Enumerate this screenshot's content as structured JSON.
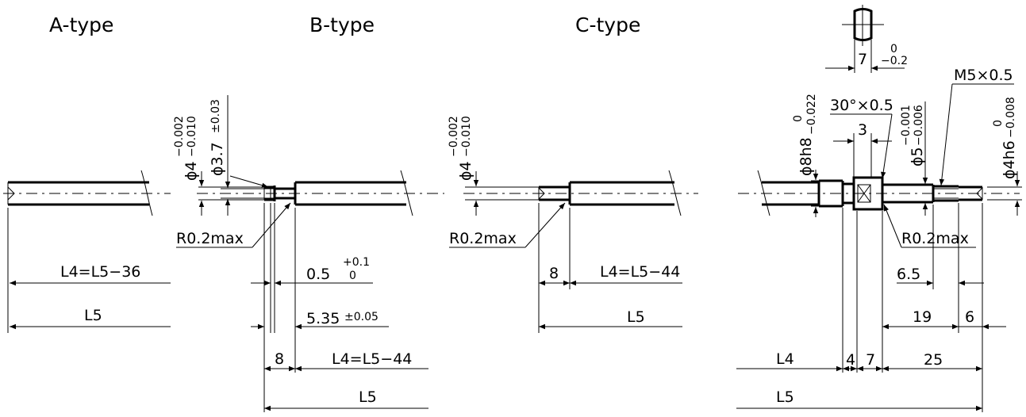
{
  "titles": {
    "a": "A-type",
    "b": "B-type",
    "c": "C-type"
  },
  "a_type": {
    "l4": "L4=L5−36",
    "l5": "L5"
  },
  "b_type": {
    "dia_main": "ϕ4",
    "dia_main_tol_upper": "−0.002",
    "dia_main_tol_lower": "−0.010",
    "dia_neck": "ϕ3.7",
    "dia_neck_tol": "±0.03",
    "radius": "R0.2max",
    "groove": "0.5",
    "groove_tol_upper": "+0.1",
    "groove_tol_lower": "0",
    "offset": "5.35",
    "offset_tol": "±0.05",
    "step": "8",
    "l4": "L4=L5−44",
    "l5": "L5"
  },
  "c_type": {
    "dia_main": "ϕ4",
    "dia_main_tol_upper": "−0.002",
    "dia_main_tol_lower": "−0.010",
    "radius": "R0.2max",
    "step": "8",
    "l4": "L4=L5−44",
    "l5": "L5"
  },
  "d_type": {
    "flat": "7",
    "flat_tol_upper": "0",
    "flat_tol_lower": "−0.2",
    "thread": "M5×0.5",
    "chamfer": "30°×0.5",
    "dia_8": "ϕ8h8",
    "dia_8_tol_upper": "0",
    "dia_8_tol_lower": "−0.022",
    "dia_5": "ϕ5",
    "dia_5_tol_upper": "−0.001",
    "dia_5_tol_lower": "−0.006",
    "dia_4": "ϕ4h6",
    "dia_4_tol_upper": "0",
    "dia_4_tol_lower": "−0.008",
    "flat_len": "3",
    "radius": "R0.2max",
    "dim_6_5": "6.5",
    "dim_19": "19",
    "dim_6": "6",
    "dim_4": "4",
    "dim_7": "7",
    "dim_25": "25",
    "l4": "L4",
    "l5": "L5"
  }
}
